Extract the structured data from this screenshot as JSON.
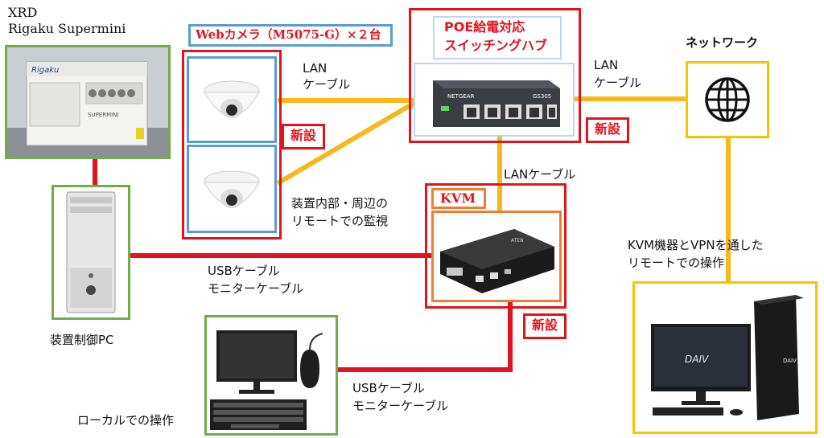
{
  "colors": {
    "red": "#e0141e",
    "lan": "#f6b81a",
    "green": "#70ad47",
    "blue": "#5b9bd5",
    "orange": "#ed7d31",
    "gold": "#ffc000"
  },
  "labels": {
    "xrd_line1": "XRD",
    "xrd_line2": "Rigaku Supermini",
    "webcam_title": "Webカメラ（M5075-G）×２台",
    "poe_line1": "POE給電対応",
    "poe_line2": "スイッチングハブ",
    "network": "ネットワーク",
    "lan1_line1": "LAN",
    "lan1_line2": "ケーブル",
    "lan2_line1": "LAN",
    "lan2_line2": "ケーブル",
    "lan3": "LANケーブル",
    "new_cam": "新設",
    "new_hub": "新設",
    "new_kvm": "新設",
    "kvm_title": "KVM",
    "monitor_line1": "装置内部・周辺の",
    "monitor_line2": "リモートでの監視",
    "usb1_line1": "USBケーブル",
    "usb1_line2": "モニターケーブル",
    "usb2_line1": "USBケーブル",
    "usb2_line2": "モニターケーブル",
    "pc_label": "装置制御PC",
    "local_op": "ローカルでの操作",
    "remote_line1": "KVM機器とVPNを通した",
    "remote_line2": "リモートでの操作"
  },
  "images": {
    "hub_brand": "NETGEAR",
    "hub_model": "GS305",
    "xrd_brand": "Rigaku",
    "xrd_model": "SUPERMINI",
    "kvm_brand": "ATEN",
    "daiv_monitor": "DAIV",
    "daiv_tower": "DAIV"
  },
  "icons": {
    "network": "globe-icon"
  }
}
